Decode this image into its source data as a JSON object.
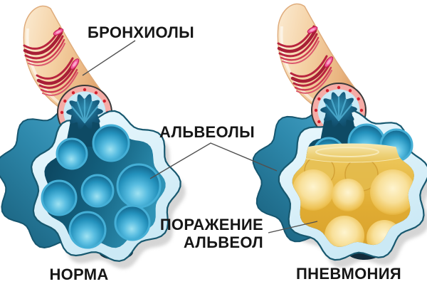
{
  "annotations": {
    "bronchioles": {
      "label": "БРОНХИОЛЫ"
    },
    "alveoli": {
      "label": "АЛЬВЕОЛЫ"
    },
    "alveolar_lesion": {
      "label": "ПОРАЖЕНИЕ АЛЬВЕОЛ",
      "lines": [
        "ПОРАЖЕНИЕ",
        "АЛЬВЕОЛ"
      ]
    }
  },
  "panels": {
    "left": {
      "caption": "НОРМА"
    },
    "right": {
      "caption": "ПНЕВМОНИЯ"
    }
  },
  "colors": {
    "background": "#ffffff",
    "label_text": "#161616",
    "pointer_line": "#515151",
    "healthy_alveoli_blue": "#2f9fcc",
    "alveolar_wall_light_blue": "#d6eef8",
    "sac_interior_dark_teal": "#0e4a64",
    "pneumonia_fluid_yellow": "#e0ac33",
    "bronchiole_skin": "#f4d0a2",
    "bronchiole_muscle_red": "#b8243e",
    "mucosa_pink": "#f5aca6"
  }
}
